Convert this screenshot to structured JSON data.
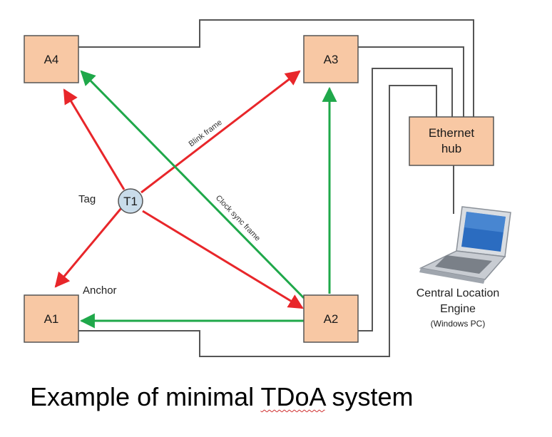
{
  "anchors": {
    "a4": "A4",
    "a3": "A3",
    "a1": "A1",
    "a2": "A2"
  },
  "hub": {
    "line1": "Ethernet",
    "line2": "hub"
  },
  "tag": {
    "node": "T1",
    "label": "Tag"
  },
  "labels": {
    "anchor": "Anchor",
    "blink_frame": "Blink frame",
    "clock_sync_frame": "Clock sync frame"
  },
  "pc": {
    "line1": "Central Location",
    "line2": "Engine",
    "line3": "(Windows PC)"
  },
  "caption": {
    "before": "Example of minimal ",
    "underlined": "TDoA",
    "after": " system"
  },
  "colors": {
    "anchor_fill": "#f8c8a4",
    "tag_fill": "#c9dcea",
    "blink_arrow": "#e8262a",
    "sync_arrow": "#1fa84a",
    "ethernet_line": "#555555"
  }
}
